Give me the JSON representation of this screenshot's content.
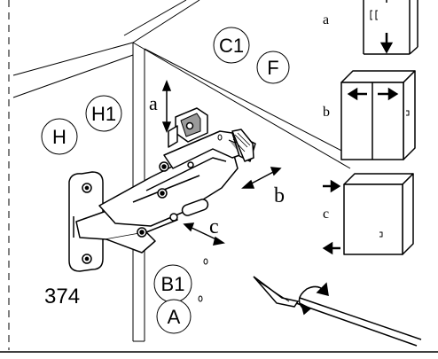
{
  "labels": {
    "c1": "C1",
    "f": "F",
    "h1": "H1",
    "h": "H",
    "b1": "B1",
    "a_circle": "A",
    "model": "374",
    "arrow_a": "a",
    "arrow_b": "b",
    "arrow_c": "c",
    "panel_a": "a",
    "panel_b": "b",
    "panel_c": "c"
  },
  "colors": {
    "line": "#000000",
    "background": "#ffffff",
    "shade": "#9a9a9a"
  }
}
